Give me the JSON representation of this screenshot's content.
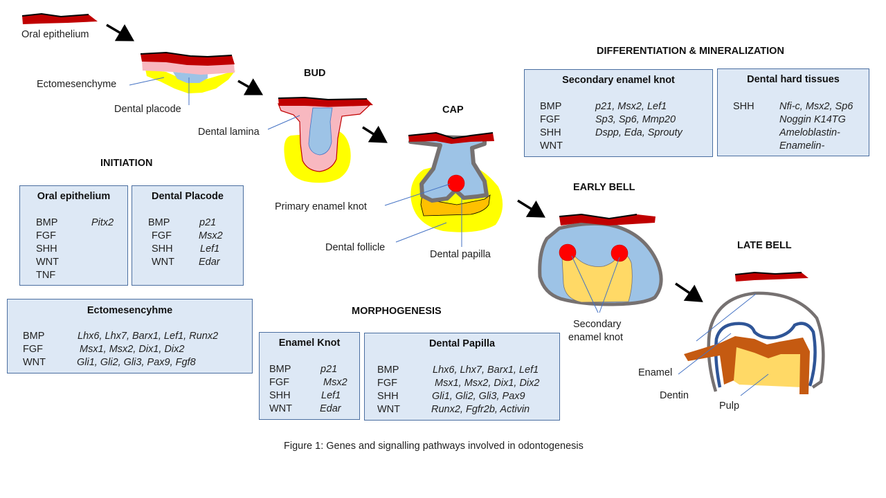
{
  "colors": {
    "epithelium_red": "#c00000",
    "epithelium_edge": "#000000",
    "pink": "#f8b8c0",
    "yellow": "#ffff00",
    "blue": "#9dc3e6",
    "gray": "#767171",
    "red_knot": "#ff0000",
    "orange_papilla": "#ffc000",
    "pulp": "#ffd966",
    "dentin": "#c55a11",
    "enamel_blue": "#2f5597",
    "box_fill": "#dde8f5",
    "box_border": "#4a6ea0",
    "leader": "#4472c4"
  },
  "stages": {
    "initiation": "INITIATION",
    "bud": "BUD",
    "cap": "CAP",
    "early_bell": "EARLY BELL",
    "late_bell": "LATE BELL",
    "morphogenesis": "MORPHOGENESIS",
    "differentiation": "DIFFERENTIATION & MINERALIZATION"
  },
  "labels": {
    "oral_epithelium": "Oral epithelium",
    "ectomesenchyme": "Ectomesenchyme",
    "dental_placode": "Dental placode",
    "dental_lamina": "Dental lamina",
    "primary_enamel_knot": "Primary enamel knot",
    "dental_follicle": "Dental follicle",
    "dental_papilla": "Dental papilla",
    "secondary_enamel_knot_1": "Secondary",
    "secondary_enamel_knot_2": "enamel knot",
    "enamel": "Enamel",
    "dentin": "Dentin",
    "pulp": "Pulp"
  },
  "boxes": {
    "oral_epithelium": {
      "title": "Oral epithelium",
      "rows": [
        {
          "pathway": "BMP",
          "genes": "Pitx2"
        },
        {
          "pathway": "FGF",
          "genes": ""
        },
        {
          "pathway": "SHH",
          "genes": ""
        },
        {
          "pathway": "WNT",
          "genes": ""
        },
        {
          "pathway": "TNF",
          "genes": ""
        }
      ]
    },
    "dental_placode": {
      "title": "Dental Placode",
      "rows": [
        {
          "pathway": "BMP",
          "genes": "p21"
        },
        {
          "pathway": "FGF",
          "genes": "Msx2"
        },
        {
          "pathway": "SHH",
          "genes": "Lef1"
        },
        {
          "pathway": "WNT",
          "genes": "Edar"
        }
      ]
    },
    "ectomesenchyme": {
      "title": "Ectomesencyhme",
      "rows": [
        {
          "pathway": "BMP",
          "genes": "Lhx6, Lhx7, Barx1, Lef1, Runx2"
        },
        {
          "pathway": "FGF",
          "genes": "Msx1, Msx2, Dix1, Dix2"
        },
        {
          "pathway": "WNT",
          "genes": "Gli1, Gli2, Gli3, Pax9, Fgf8"
        }
      ]
    },
    "enamel_knot": {
      "title": "Enamel Knot",
      "rows": [
        {
          "pathway": "BMP",
          "genes": "p21"
        },
        {
          "pathway": "FGF",
          "genes": "Msx2"
        },
        {
          "pathway": "SHH",
          "genes": "Lef1"
        },
        {
          "pathway": "WNT",
          "genes": "Edar"
        }
      ]
    },
    "dental_papilla": {
      "title": "Dental Papilla",
      "rows": [
        {
          "pathway": "BMP",
          "genes": "Lhx6, Lhx7, Barx1, Lef1"
        },
        {
          "pathway": "FGF",
          "genes": "Msx1, Msx2, Dix1, Dix2"
        },
        {
          "pathway": "SHH",
          "genes": "Gli1, Gli2, Gli3, Pax9"
        },
        {
          "pathway": "WNT",
          "genes": "Runx2, Fgfr2b, Activin"
        }
      ]
    },
    "secondary_enamel_knot": {
      "title": "Secondary enamel knot",
      "rows": [
        {
          "pathway": "BMP",
          "genes": "p21, Msx2, Lef1"
        },
        {
          "pathway": "FGF",
          "genes": "Sp3, Sp6, Mmp20"
        },
        {
          "pathway": "SHH",
          "genes": "Dspp, Eda, Sprouty"
        },
        {
          "pathway": "WNT",
          "genes": ""
        }
      ]
    },
    "dental_hard_tissues": {
      "title": "Dental hard tissues",
      "rows": [
        {
          "pathway": "SHH",
          "genes": "Nfi-c, Msx2, Sp6"
        },
        {
          "pathway": "",
          "genes": "Noggin K14TG"
        },
        {
          "pathway": "",
          "genes": "Ameloblastin-"
        },
        {
          "pathway": "",
          "genes": "Enamelin-"
        }
      ]
    }
  },
  "caption": "Figure 1: Genes and signalling pathways involved in odontogenesis"
}
